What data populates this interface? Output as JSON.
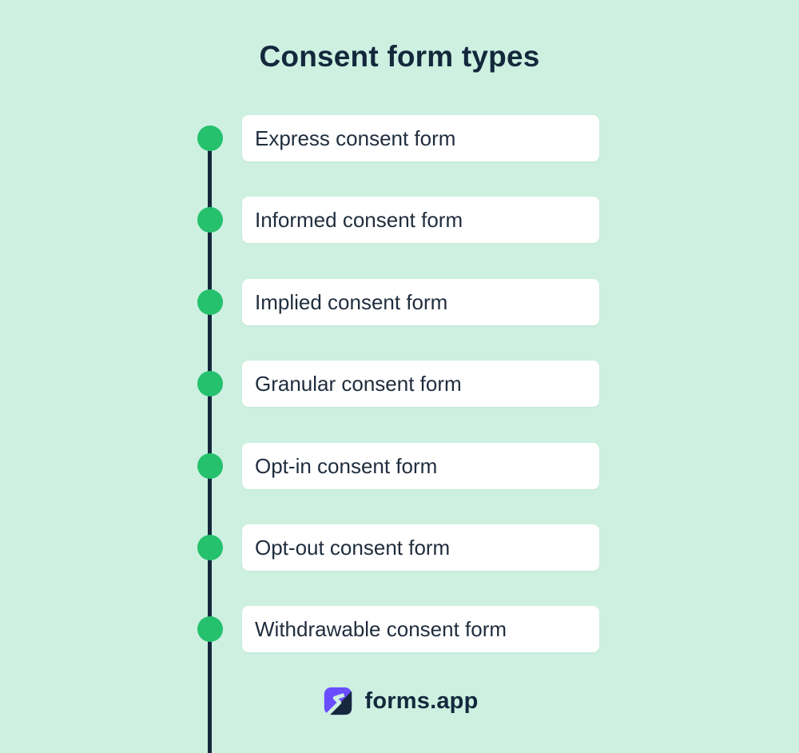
{
  "colors": {
    "background": "#cdf0e1",
    "card_background": "#ffffff",
    "timeline_line": "#16283e",
    "dot_green": "#25c16d",
    "title_navy": "#14283c",
    "brand_purple": "#6a4dff"
  },
  "title": "Consent form types",
  "timeline": {
    "items": [
      {
        "label": "Express consent form"
      },
      {
        "label": "Informed consent form"
      },
      {
        "label": "Implied consent form"
      },
      {
        "label": "Granular consent form"
      },
      {
        "label": "Opt-in consent form"
      },
      {
        "label": "Opt-out consent form"
      },
      {
        "label": "Withdrawable consent form"
      }
    ]
  },
  "footer": {
    "brand": "forms.app"
  }
}
